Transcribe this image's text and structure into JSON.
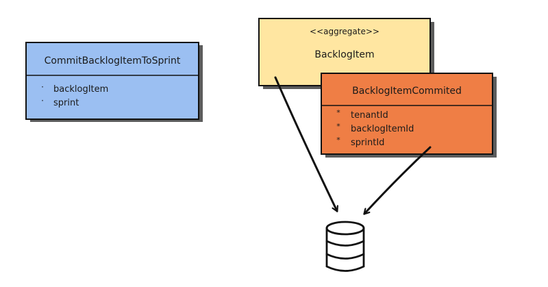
{
  "colors": {
    "command_fill": "#9bbff2",
    "aggregate_fill": "#ffe6a1",
    "event_fill": "#ef7e45",
    "stroke": "#111111",
    "background": "#ffffff"
  },
  "command": {
    "title": "CommitBacklogItemToSprint",
    "fields": [
      "backlogItem",
      "sprint"
    ]
  },
  "aggregate": {
    "stereotype": "<<aggregate>>",
    "title": "BacklogItem"
  },
  "event": {
    "title": "BacklogItemCommited",
    "fields": [
      "tenantId",
      "backlogItemId",
      "sprintId"
    ]
  },
  "store": {
    "icon": "database-icon"
  }
}
